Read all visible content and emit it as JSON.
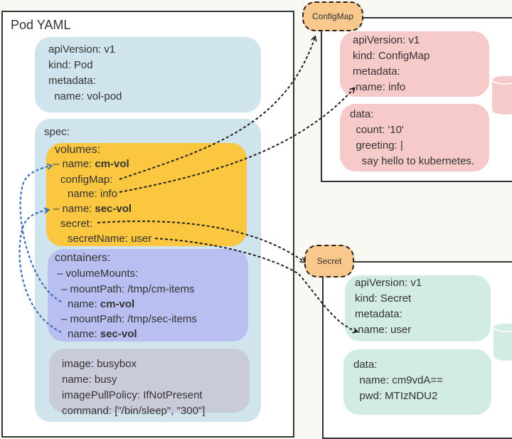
{
  "pod": {
    "title": "Pod YAML",
    "metadata_block": [
      "apiVersion: v1",
      "kind: Pod",
      "metadata:",
      "  name: vol-pod"
    ],
    "spec_label": "spec:",
    "volumes": {
      "label": "volumes:",
      "lines": [
        {
          "prefix": "– name: ",
          "value": "cm-vol",
          "bold": true,
          "indent": 0
        },
        {
          "prefix": "configMap:",
          "value": "",
          "bold": false,
          "indent": 1
        },
        {
          "prefix": "name: info",
          "value": "",
          "bold": false,
          "indent": 2
        },
        {
          "prefix": "– name: ",
          "value": "sec-vol",
          "bold": true,
          "indent": 0
        },
        {
          "prefix": "secret:",
          "value": "",
          "bold": false,
          "indent": 1
        },
        {
          "prefix": "secretName: user",
          "value": "",
          "bold": false,
          "indent": 2
        }
      ]
    },
    "containers": {
      "label": "containers:",
      "lines": [
        {
          "prefix": "– volumeMounts:",
          "value": "",
          "bold": false,
          "indent": 0
        },
        {
          "prefix": "– mountPath: /tmp/cm-items",
          "value": "",
          "bold": false,
          "indent": 1
        },
        {
          "prefix": "name: ",
          "value": "cm-vol",
          "bold": true,
          "indent": 2
        },
        {
          "prefix": "– mountPath: /tmp/sec-items",
          "value": "",
          "bold": false,
          "indent": 1
        },
        {
          "prefix": "name: ",
          "value": "sec-vol",
          "bold": true,
          "indent": 2
        }
      ]
    },
    "container_block": [
      "image: busybox",
      "name: busy",
      "imagePullPolicy: IfNotPresent",
      "command: [\"/bin/sleep\", \"300\"]"
    ]
  },
  "configmap": {
    "tag": "ConfigMap",
    "metadata_block": [
      "apiVersion: v1",
      "kind: ConfigMap",
      "metadata:",
      " name: info"
    ],
    "data_block": [
      "data:",
      "  count: '10'",
      "  greeting: |",
      "    say hello to kubernetes."
    ]
  },
  "secret": {
    "tag": "Secret",
    "metadata_block": [
      "apiVersion: v1",
      "kind: Secret",
      "metadata:",
      " name: user"
    ],
    "data_block": [
      "data:",
      "  name: cm9vdA==",
      "  pwd: MTIzNDU2"
    ]
  },
  "colors": {
    "meta_blue": "#cfe4ec",
    "volumes_orange": "#fcc740",
    "containers_purple": "#b9bff0",
    "container_grey": "#c9cbdb",
    "configmap_pink": "#f7caca",
    "secret_mint": "#d3ece1",
    "tag_orange": "#f8c88c",
    "link_black": "#222222",
    "link_blue": "#3f6fb5"
  }
}
